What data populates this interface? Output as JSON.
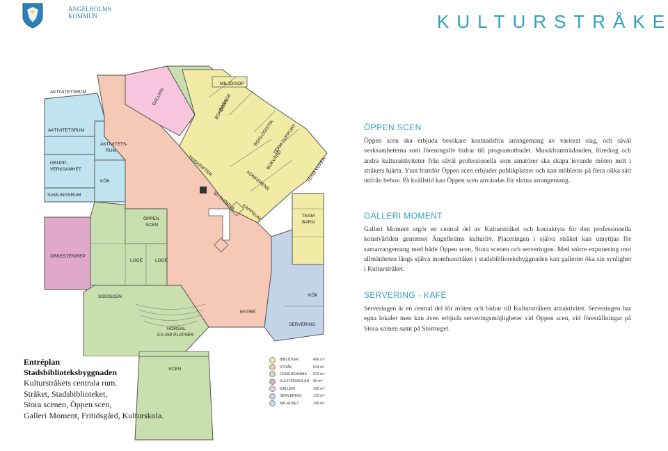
{
  "header": {
    "logo_line1": "ÄNGELHOLMS",
    "logo_line2": "KOMMUN",
    "title": "KULTURSTRÅKET"
  },
  "colors": {
    "accent": "#2e9fc2",
    "bibliotek": "#f1eba6",
    "strak": "#f6c8b6",
    "gemensamma": "#c9dfae",
    "kulturskolan": "#e1a9c9",
    "galleri": "#f7c6de",
    "servering": "#c3d3ea",
    "mk_huset": "#bfe3ef"
  },
  "rooms": {
    "aktivitetsrum_top": "AKTIVITETSRUM",
    "miljo_sop": "MILJÖ/SOP",
    "aktivitetsrum": "AKTIVITETSRUM",
    "aktivitets_rum_1": "AKTIVITETS-",
    "aktivitets_rum_2": "RUM",
    "grupp_1": "GRUPP-",
    "grupp_2": "VERKSAMHET",
    "kok_left": "KÖK",
    "samlingsrum": "SAMLINGSRUM",
    "galleri": "GALLERI",
    "garage": "GARAGE",
    "bokbuss": "BOKBUSS",
    "boklogistik": "BOKLOGISTIK",
    "team_support": "TEAM SUPPORT",
    "bokvard": "BOKVÅRD",
    "team_vuxen": "TEAM VUXEN",
    "konferens": "KONFERENS",
    "tidskrifter": "TIDSKRIFTER",
    "sitthorna": "SITTHÖRNA",
    "kapprum": "KAPPRUM",
    "team_barn_1": "TEAM",
    "team_barn_2": "BARN",
    "oppen_scen_1": "ÖPPEN",
    "oppen_scen_2": "SCEN",
    "orkester": "ORKESTER/REP",
    "loge1": "LOGE",
    "loge2": "LOGE",
    "kok_right": "KÖK",
    "sidoscen": "SIDOSCEN",
    "entre": "ENTRÉ",
    "servering": "SERVERING",
    "horsal_1": "HÖRSAL",
    "horsal_2": "CA 250 PLATSER",
    "scen": "SCEN"
  },
  "sections": [
    {
      "heading": "ÖPPEN SCEN",
      "text": "Öppen scen ska erbjuda besökare kostnadsfria arrangemang av varierat slag, och såväl verksamheterna som föreningsliv bidrar till programutbudet. Musikframträdanden, föredrag och andra kulturaktiviteter från såväl professionella som amatörer ska skapa levande möten mitt i stråkets hjärta. Ytan framför Öppen scen erbjuder publikplatser och kan möbleras på flera olika sätt utifrån behov. På kvällstid kan Öppen scen användas för slutna arrangemang."
    },
    {
      "heading": "GALLERI MOMENT",
      "text": "Galleri Moment utgör en central del av Kultursträket och kontaktyta för den professionella konstvärlden gentemot Ängelholms kulturliv. Placeringen i själva stråket kan utnyttjas för samarrangemang med både Öppen scen, Stora scenen och serveringen. Med större exponering mot allmänheten längs själva inomhusstråket i stadsbiblioteksbyggnaden kan galleriet öka sin synlighet i Kulturstråket."
    },
    {
      "heading": "SERVERING - KAFÉ",
      "text": "Serveringen är en central del för möten och bidrar till Kulturstråkets attraktivitet. Serveringen har egna lokaler men kan även erbjuda serveringsmöjligheter vid Öppen scen, vid föreställningar på Stora scenen samt på Stortorget."
    }
  ],
  "caption": {
    "title_1": "Entréplan",
    "title_2": "Stadsbiblioteksbyggnaden",
    "lines": [
      "Kulturstråkets centrala rum.",
      "Stråket, Stadsbiblioteket,",
      "Stora scenen, Öppen scen,",
      "Galleri Moment, Fritidsgård, Kulturskola."
    ]
  },
  "legend": [
    {
      "name": "BIBLIOTEK",
      "value": "496 m²",
      "color": "#f1eba6"
    },
    {
      "name": "STRÅK",
      "value": "534 m²",
      "color": "#f6c8b6"
    },
    {
      "name": "GEMENSAMMA",
      "value": "533 m²",
      "color": "#c9dfae"
    },
    {
      "name": "KULTURSKOLAN",
      "value": "90 m²",
      "color": "#e1a9c9"
    },
    {
      "name": "GALLERI",
      "value": "106 m²",
      "color": "#f7c6de"
    },
    {
      "name": "SERVERING",
      "value": "133 m²",
      "color": "#c3d3ea"
    },
    {
      "name": "MK-HUSET",
      "value": "245 m²",
      "color": "#bfe3ef"
    }
  ]
}
